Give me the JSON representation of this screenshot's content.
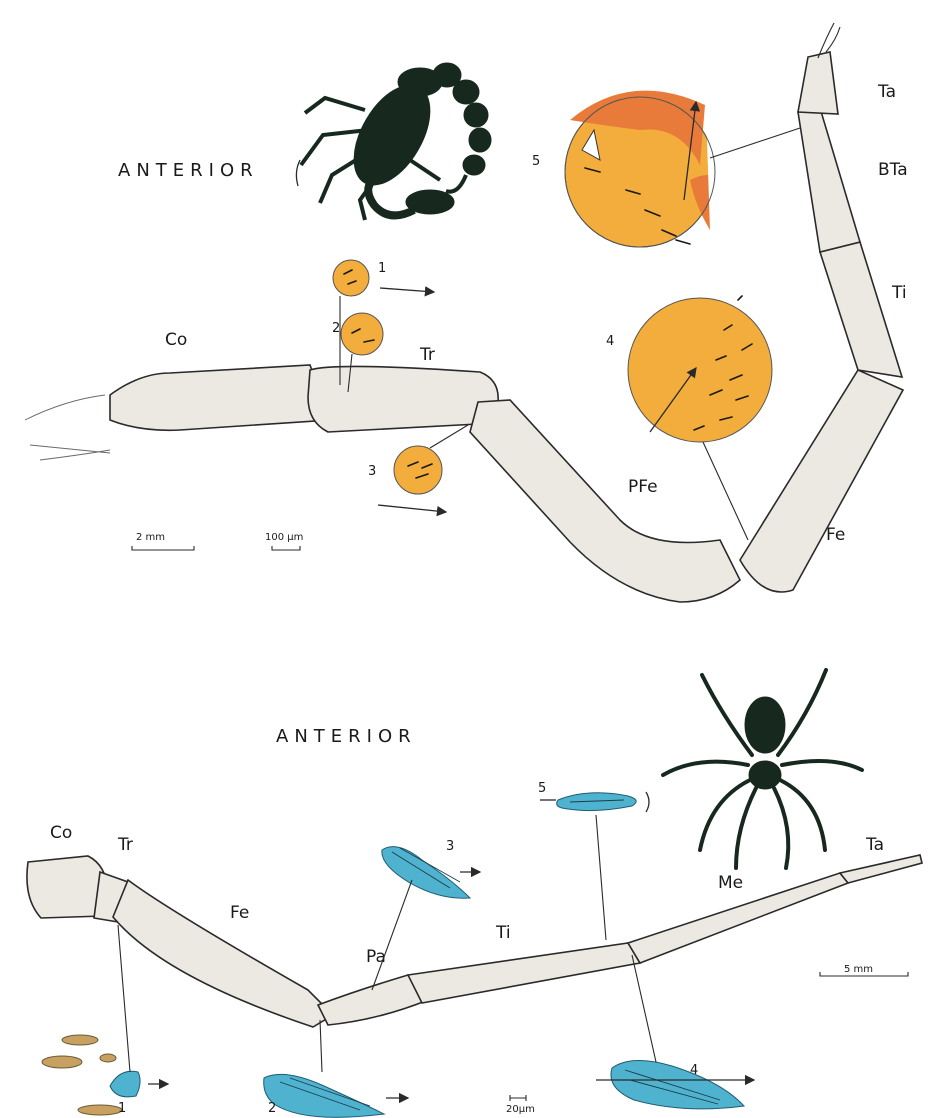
{
  "scorpion_panel": {
    "orientation_label": "ANTERIOR",
    "segments": {
      "coxa": "Co",
      "trochanter": "Tr",
      "prefemur": "PFe",
      "femur": "Fe",
      "tibia": "Ti",
      "basitarsus": "BTa",
      "tarsus": "Ta"
    },
    "insets": [
      "1",
      "2",
      "3",
      "4",
      "5"
    ],
    "scale_bars": [
      "2 mm",
      "100 µm"
    ],
    "inset_color": "#f2ad3d"
  },
  "spider_panel": {
    "orientation_label": "ANTERIOR",
    "segments": {
      "coxa": "Co",
      "trochanter": "Tr",
      "femur": "Fe",
      "patella": "Pa",
      "tibia": "Ti",
      "metatarsus": "Me",
      "tarsus": "Ta"
    },
    "insets": [
      "1",
      "2",
      "3",
      "4",
      "5"
    ],
    "scale_bars": [
      "5 mm",
      "20µm"
    ],
    "inset_color": "#4fb3cf"
  }
}
